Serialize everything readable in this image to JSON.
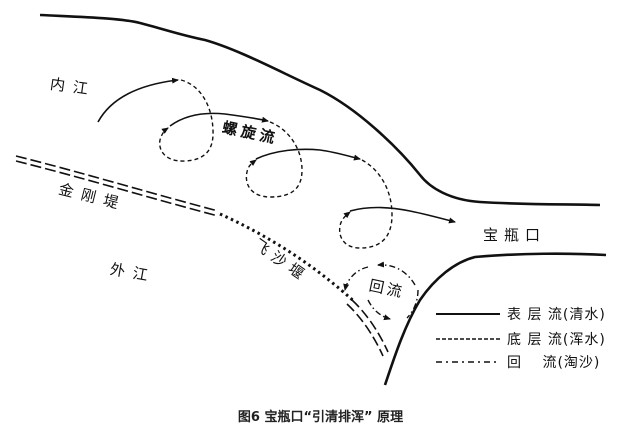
{
  "diagram": {
    "caption": "图6 宝瓶口“引清排浑” 原理",
    "labels": {
      "inner_river": "内江",
      "outer_river": "外江",
      "spiral_flow": "螺旋流",
      "jingang_dike": "金刚堤",
      "feishayan": "飞沙堰",
      "baopingkou": "宝瓶口",
      "return_flow": "回流"
    },
    "legend": [
      {
        "line_style": "solid",
        "label": "表 层 流(清水)"
      },
      {
        "line_style": "dashed",
        "label": "底 层 流(浑水)"
      },
      {
        "line_style": "dash-dot",
        "label": "回　 流(淘沙)"
      }
    ],
    "colors": {
      "ink": "#111111",
      "background": "#ffffff"
    }
  }
}
